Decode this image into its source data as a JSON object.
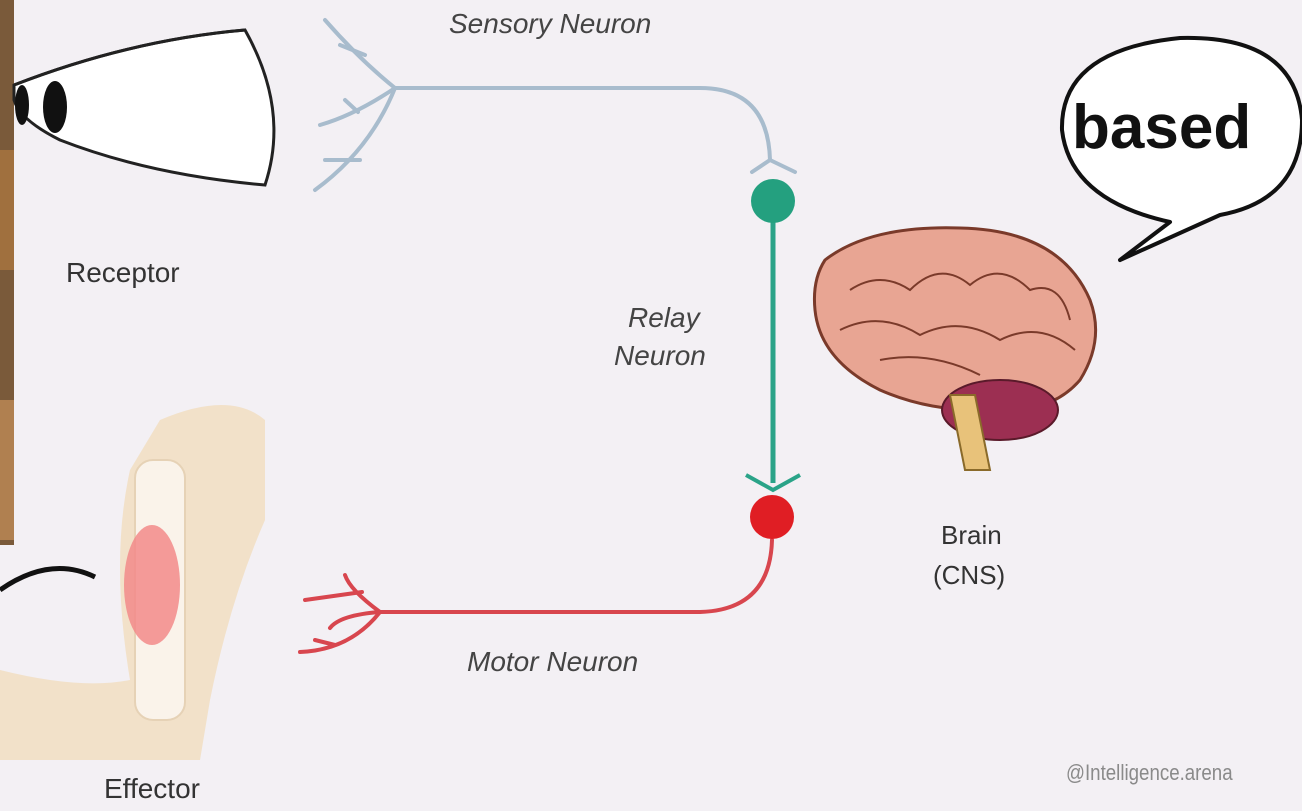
{
  "labels": {
    "sensory": "Sensory Neuron",
    "receptor": "Receptor",
    "relay_line1": "Relay",
    "relay_line2": "Neuron",
    "brain_line1": "Brain",
    "brain_line2": "(CNS)",
    "motor": "Motor Neuron",
    "effector": "Effector",
    "speech": "based",
    "watermark": "@Intelligence.arena"
  },
  "colors": {
    "background": "#f3f0f4",
    "sensory_neuron": "#a8bccd",
    "relay_neuron": "#2aa388",
    "motor_neuron": "#d8464e",
    "relay_body": "#24a07f",
    "motor_body": "#e01e24",
    "brain": "#e8a593",
    "cerebellum": "#9c2f52"
  }
}
